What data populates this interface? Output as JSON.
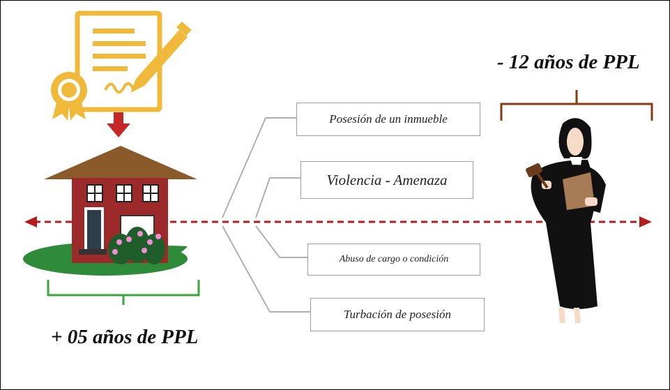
{
  "captions": {
    "left_penalty": "+ 05 años de PPL",
    "right_penalty": "- 12 años de PPL"
  },
  "boxes": [
    {
      "label": "Posesión de un inmueble"
    },
    {
      "label": "Violencia - Amenaza"
    },
    {
      "label": "Abuso de cargo o condición"
    },
    {
      "label": "Turbación de posesión"
    }
  ],
  "colors": {
    "document": "#f0b93a",
    "arrow_down": "#c62828",
    "house_wall": "#9c2a2a",
    "house_roof": "#8b5a2b",
    "grass": "#2e8b3a",
    "timeline": "#b71c1c",
    "bracket_left": "#3aa53a",
    "bracket_right": "#8a3a12",
    "connectors": "#b0b0b0",
    "judge_robe": "#111111"
  },
  "icons": [
    "contract-icon",
    "house-icon",
    "judge-icon",
    "gavel-icon"
  ]
}
